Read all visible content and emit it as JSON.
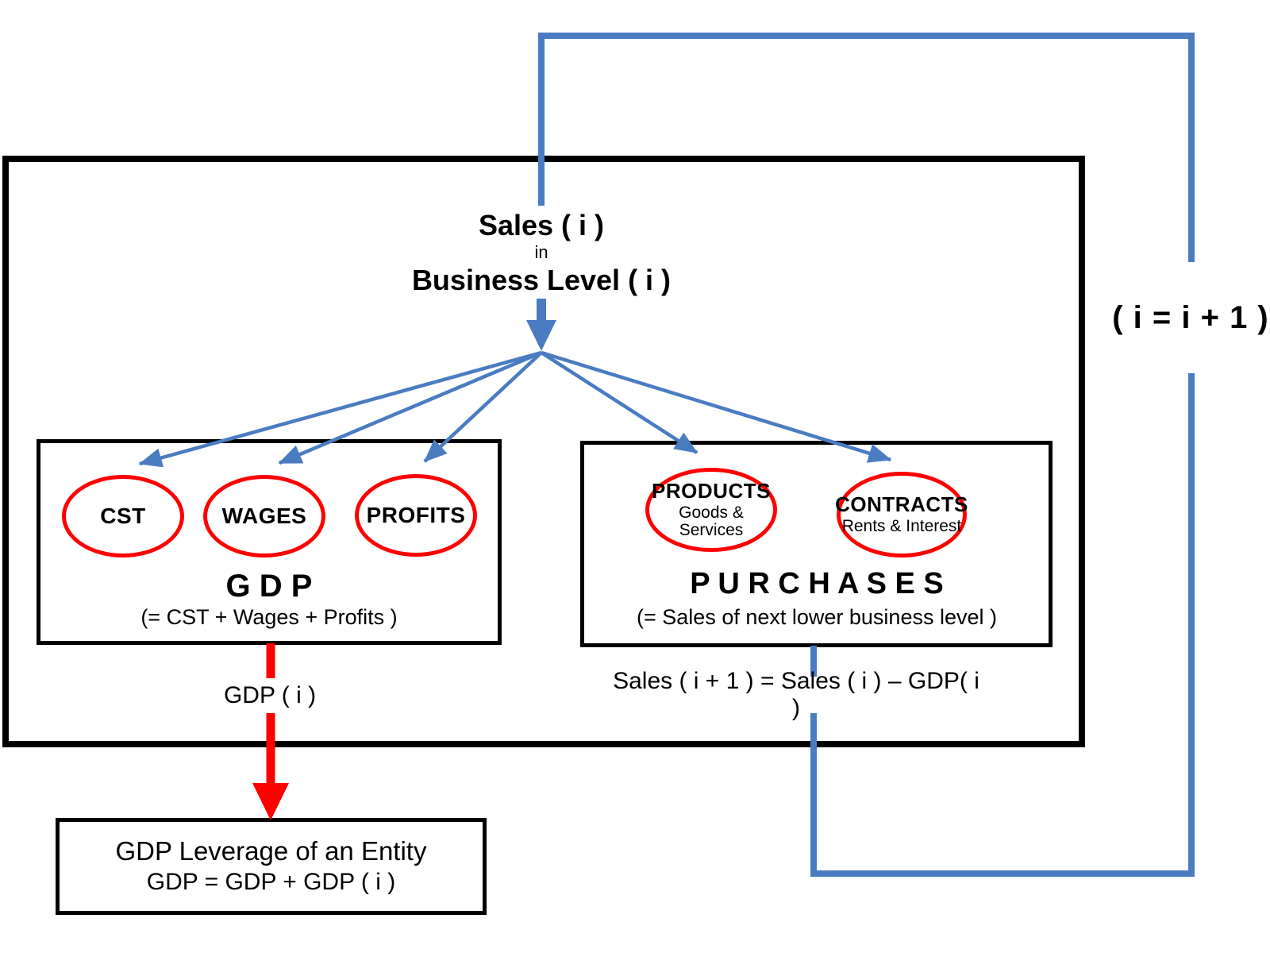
{
  "colors": {
    "blue": "#4A7CC2",
    "red": "#FF0000",
    "black": "#000000"
  },
  "source": {
    "line1": "Sales ( i )",
    "line2": "in",
    "line3": "Business Level ( i )"
  },
  "gdp_box": {
    "items": [
      {
        "label": "CST"
      },
      {
        "label": "WAGES"
      },
      {
        "label": "PROFITS"
      }
    ],
    "title": "G D P",
    "subtitle": "(= CST + Wages + Profits )"
  },
  "purchases_box": {
    "items": [
      {
        "label": "PRODUCTS",
        "sublabel": "Goods & Services"
      },
      {
        "label": "CONTRACTS",
        "sublabel": "Rents & Interest"
      }
    ],
    "title": "P U R C H A S E S",
    "subtitle": "(= Sales of next lower business level )"
  },
  "gdp_output_label": "GDP ( i )",
  "sales_output_label": "Sales ( i + 1 ) = Sales ( i ) – GDP( i )",
  "loop_label": "( i = i + 1 )",
  "leverage_box": {
    "title": "GDP Leverage of an Entity",
    "formula": "GDP = GDP + GDP ( i )"
  }
}
